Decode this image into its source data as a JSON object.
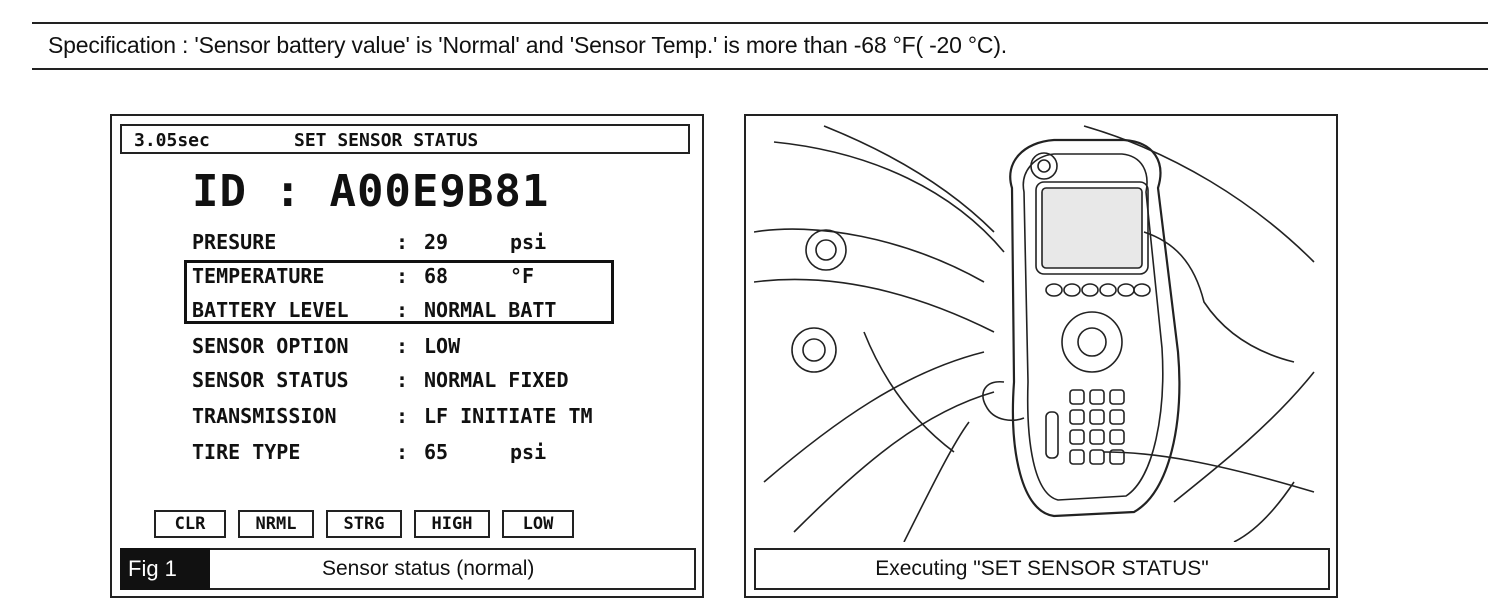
{
  "specification": "Specification : 'Sensor battery value' is 'Normal' and 'Sensor Temp.' is more than -68 °F( -20 °C).",
  "figure1": {
    "header_time": "3.05sec",
    "header_title": "SET SENSOR STATUS",
    "id_line": "ID : A00E9B81",
    "rows": [
      {
        "label": "PRESURE",
        "colon": ":",
        "value": "29",
        "unit": "psi"
      },
      {
        "label": "TEMPERATURE",
        "colon": ":",
        "value": "68",
        "unit": "°F"
      },
      {
        "label": "BATTERY LEVEL",
        "colon": ":",
        "value": "NORMAL BATT",
        "unit": ""
      },
      {
        "label": "SENSOR OPTION",
        "colon": ":",
        "value": "LOW",
        "unit": ""
      },
      {
        "label": "SENSOR STATUS",
        "colon": ":",
        "value": "NORMAL FIXED",
        "unit": ""
      },
      {
        "label": "TRANSMISSION",
        "colon": ":",
        "value": "LF INITIATE TM",
        "unit": ""
      },
      {
        "label": "TIRE TYPE",
        "colon": ":",
        "value": "65",
        "unit": "psi"
      }
    ],
    "buttons": [
      "CLR",
      "NRML",
      "STRG",
      "HIGH",
      "LOW"
    ],
    "fig_tag": "Fig 1",
    "caption": "Sensor status (normal)"
  },
  "figure2": {
    "caption": "Executing \"SET SENSOR STATUS\""
  }
}
